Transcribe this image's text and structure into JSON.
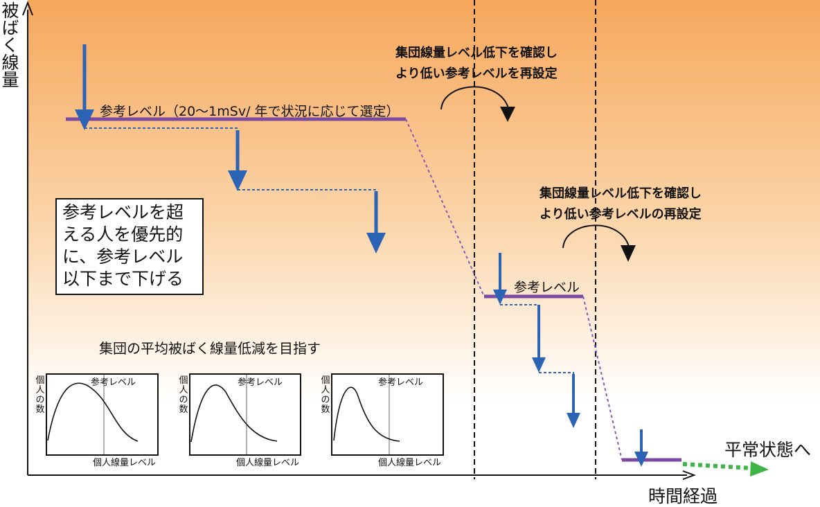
{
  "axes": {
    "y_label": "被ばく線量",
    "x_label": "時間経過"
  },
  "reference_levels": {
    "initial_label": "参考レベル（20〜1mSv/ 年で状況に応じて選定）",
    "intermediate_label": "参考レベル"
  },
  "notes": {
    "reset_1": {
      "line1": "集団線量レベル低下を確認し",
      "line2": "より低い参考レベルを再設定"
    },
    "reset_2": {
      "line1": "集団線量レベル低下を確認し",
      "line2": "より低い参考レベルの再設定"
    }
  },
  "priority_box": {
    "lines": [
      "参考レベルを超",
      "える人を優先的",
      "に、参考レベル",
      "以下まで下げる"
    ]
  },
  "group_caption": "集団の平均被ばく線量低減を目指す",
  "distribution_plots": [
    {
      "ref_label": "参考レベル",
      "y_label": "個人の数",
      "x_label": "個人線量レベル"
    },
    {
      "ref_label": "参考レベル",
      "y_label": "個人の数",
      "x_label": "個人線量レベル"
    },
    {
      "ref_label": "参考レベル",
      "y_label": "個人の数",
      "x_label": "個人線量レベル"
    }
  ],
  "goal_label": "平常状態へ",
  "colors": {
    "background_top": "#f6a75c",
    "background_bottom": "#ffffff",
    "reference_level": "#7b4aa2",
    "reduction_arrow": "#2b63b5",
    "goal_arrow": "#3fb548",
    "dashed_reference_link": "#8a57b8"
  }
}
